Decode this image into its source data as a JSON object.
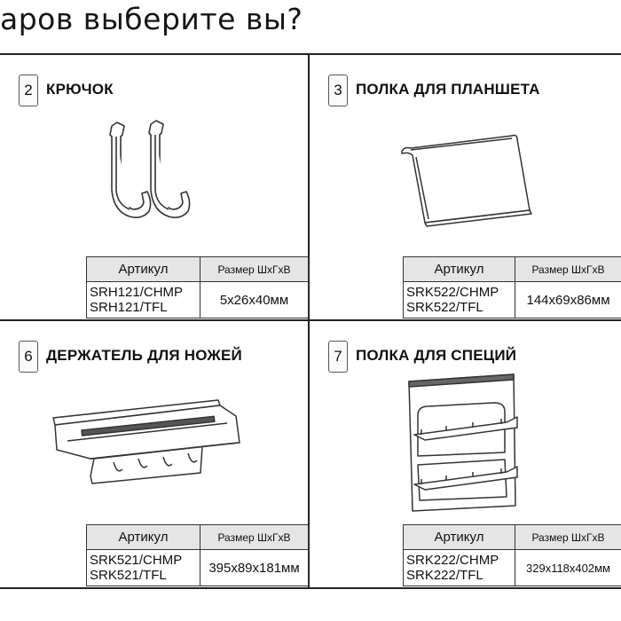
{
  "page": {
    "heading": "аров выберите вы?"
  },
  "table_headers": {
    "article": "Артикул",
    "size": "Размер ШхГхВ"
  },
  "products": [
    {
      "number": "2",
      "title": "КРЮЧОК",
      "icon": "hooks-icon",
      "articles": [
        "SRH121/CHMP",
        "SRH121/TFL"
      ],
      "size": "5x26x40мм"
    },
    {
      "number": "3",
      "title": "ПОЛКА ДЛЯ ПЛАНШЕТА",
      "icon": "tablet-shelf-icon",
      "articles": [
        "SRK522/CHMP",
        "SRK522/TFL"
      ],
      "size": "144x69x86мм"
    },
    {
      "number": "6",
      "title": "ДЕРЖАТЕЛЬ ДЛЯ НОЖЕЙ",
      "icon": "knife-holder-icon",
      "articles": [
        "SRK521/CHMP",
        "SRK521/TFL"
      ],
      "size": "395x89x181мм"
    },
    {
      "number": "7",
      "title": "ПОЛКА ДЛЯ СПЕЦИЙ",
      "icon": "spice-shelf-icon",
      "articles": [
        "SRK222/CHMP",
        "SRK222/TFL"
      ],
      "size": "329x118x402мм"
    }
  ]
}
